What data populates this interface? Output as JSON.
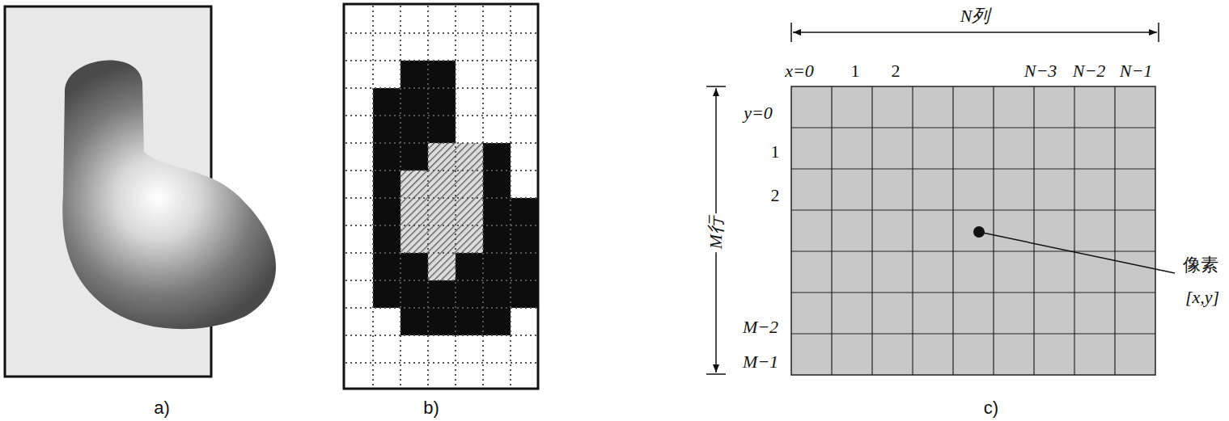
{
  "diagram": {
    "labels": [
      "a)",
      "b)",
      "c)",
      "N列",
      "x=0",
      "1",
      "2",
      "N−3",
      "N−2",
      "N−1",
      "y=0",
      "1",
      "2",
      "M−2",
      "M−1",
      "M行",
      "像素",
      "[x,y]"
    ]
  }
}
